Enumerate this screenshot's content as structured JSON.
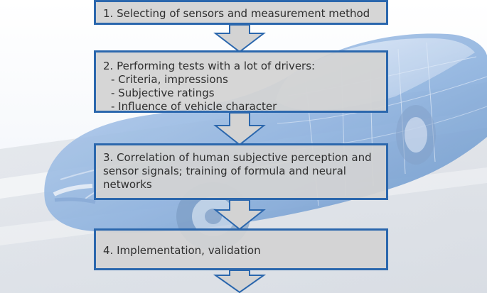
{
  "colors": {
    "box_fill": "#d3d3d3",
    "box_border": "#2b67ad",
    "text": "#2f2f2f",
    "arrow_fill": "#d3d3d3",
    "arrow_border": "#2b67ad"
  },
  "steps": [
    {
      "lines": [
        "1. Selecting of sensors and measurement method"
      ]
    },
    {
      "lines": [
        "2. Performing tests with a lot of drivers:",
        "- Criteria, impressions",
        "- Subjective ratings",
        "- Influence of vehicle character"
      ]
    },
    {
      "lines": [
        "3. Correlation of human subjective perception and",
        "sensor signals; training of formula and neural",
        "networks"
      ]
    },
    {
      "lines": [
        "4. Implementation, validation"
      ]
    }
  ],
  "background_image": {
    "subject": "car-wireframe-illustration"
  }
}
